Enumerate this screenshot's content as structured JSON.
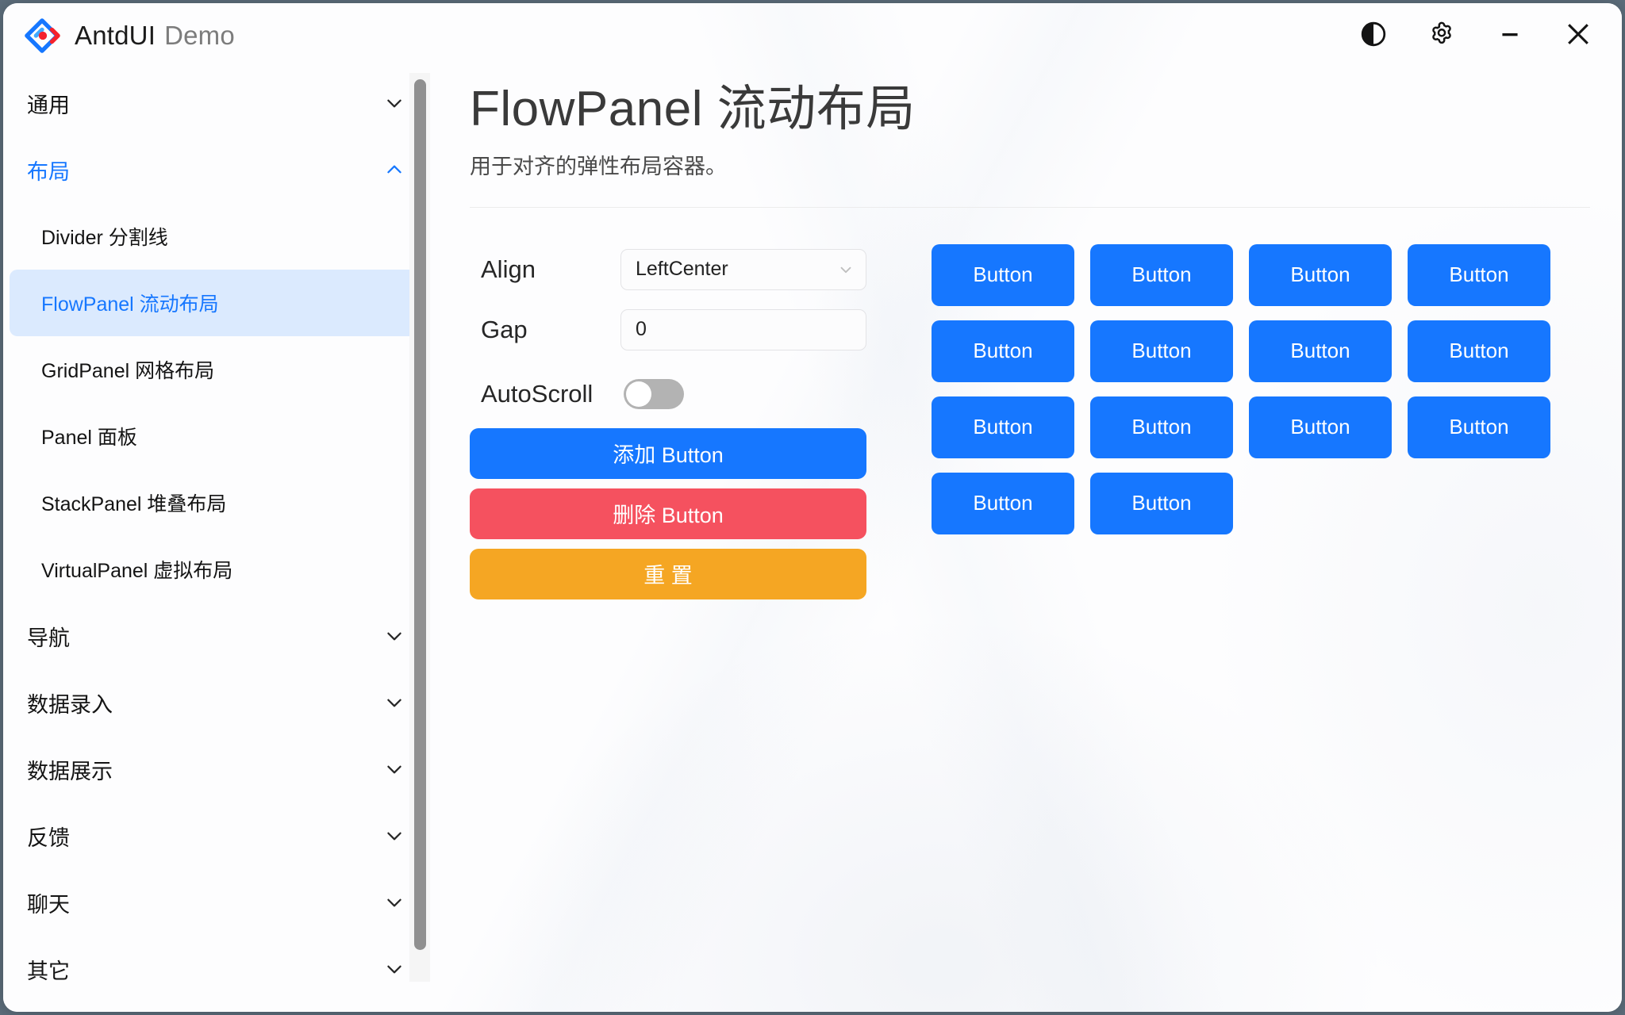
{
  "titlebar": {
    "app_name": "AntdUI",
    "app_sub": "Demo",
    "logo_icon": "antdui-diamond-logo",
    "theme_icon": "contrast-theme-icon",
    "settings_icon": "gear-icon",
    "minimize_icon": "minimize-icon",
    "close_icon": "close-icon"
  },
  "sidebar": {
    "groups": [
      {
        "label": "通用",
        "expanded": false,
        "active": false,
        "items": []
      },
      {
        "label": "布局",
        "expanded": true,
        "active": true,
        "items": [
          {
            "label": "Divider 分割线",
            "selected": false
          },
          {
            "label": "FlowPanel 流动布局",
            "selected": true
          },
          {
            "label": "GridPanel 网格布局",
            "selected": false
          },
          {
            "label": "Panel 面板",
            "selected": false
          },
          {
            "label": "StackPanel 堆叠布局",
            "selected": false
          },
          {
            "label": "VirtualPanel 虚拟布局",
            "selected": false
          }
        ]
      },
      {
        "label": "导航",
        "expanded": false,
        "active": false,
        "items": []
      },
      {
        "label": "数据录入",
        "expanded": false,
        "active": false,
        "items": []
      },
      {
        "label": "数据展示",
        "expanded": false,
        "active": false,
        "items": []
      },
      {
        "label": "反馈",
        "expanded": false,
        "active": false,
        "items": []
      },
      {
        "label": "聊天",
        "expanded": false,
        "active": false,
        "items": []
      },
      {
        "label": "其它",
        "expanded": false,
        "active": false,
        "items": []
      }
    ]
  },
  "main": {
    "title": "FlowPanel 流动布局",
    "description": "用于对齐的弹性布局容器。",
    "form": {
      "align_label": "Align",
      "align_value": "LeftCenter",
      "align_chevron_icon": "chevron-down-icon",
      "gap_label": "Gap",
      "gap_value": "0",
      "gap_placeholder": "",
      "autoscroll_label": "AutoScroll",
      "autoscroll_on": false
    },
    "actions": [
      {
        "label": "添加 Button",
        "style": "primary"
      },
      {
        "label": "删除 Button",
        "style": "danger"
      },
      {
        "label": "重 置",
        "style": "warn"
      }
    ],
    "flow_buttons": [
      {
        "label": "Button"
      },
      {
        "label": "Button"
      },
      {
        "label": "Button"
      },
      {
        "label": "Button"
      },
      {
        "label": "Button"
      },
      {
        "label": "Button"
      },
      {
        "label": "Button"
      },
      {
        "label": "Button"
      },
      {
        "label": "Button"
      },
      {
        "label": "Button"
      },
      {
        "label": "Button"
      },
      {
        "label": "Button"
      },
      {
        "label": "Button"
      },
      {
        "label": "Button"
      }
    ]
  },
  "colors": {
    "primary": "#1677ff",
    "danger": "#f5515f",
    "warn": "#f5a623",
    "selected_bg": "#dbeafe",
    "desktop_bg": "#5d6e7c"
  }
}
